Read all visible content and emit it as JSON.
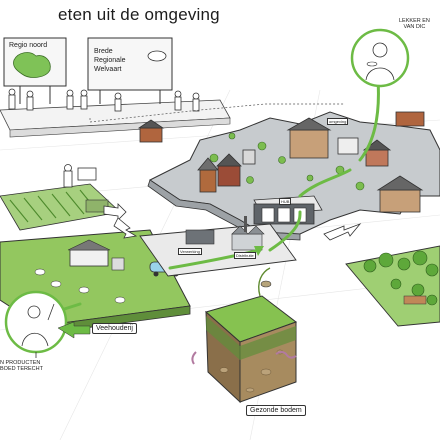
{
  "title": "eten uit de omgeving",
  "boards": {
    "left_label": "Regio noord",
    "right_lines": [
      "Brede",
      "Regionale",
      "Welvaart"
    ]
  },
  "labels": {
    "veehouderij": "Veehouderij",
    "gezonde_bodem": "Gezonde bodem",
    "verwerking": "Verwerking",
    "distributie": "Distributie",
    "hub": "HUB",
    "omgeving": "omgeving",
    "lekker": "LEKKER EN\nVAN DIC",
    "producten": "N PRODUCTEN\nBOED TERECHT"
  },
  "colors": {
    "accent_green": "#6dbb45",
    "grass": "#8fc95a",
    "city_grey": "#bfc3c6"
  }
}
